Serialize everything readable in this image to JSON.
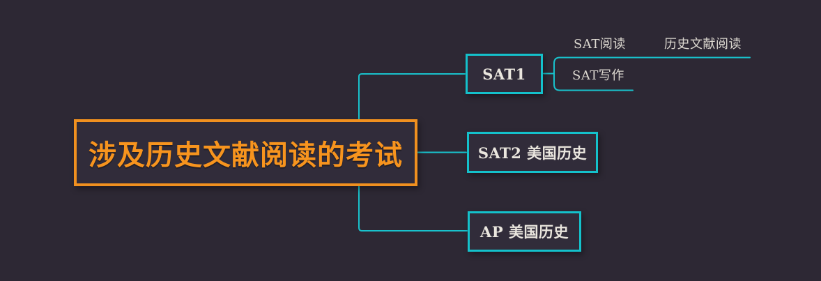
{
  "canvas": {
    "background_color": "#2d2834"
  },
  "colors": {
    "branch_line": "#19c2cc",
    "box_border_teal": "#14c1cb",
    "central_border_orange": "#f0901f",
    "central_text_orange": "#f7941e",
    "node_text": "#eae6de",
    "leaf_text": "#dcd8d0"
  },
  "mindmap": {
    "root": {
      "label": "涉及历史文献阅读的考试"
    },
    "children": [
      {
        "label": "SAT1",
        "children": [
          {
            "label": "SAT阅读",
            "children": [
              {
                "label": "历史文献阅读"
              }
            ]
          },
          {
            "label": "SAT写作"
          }
        ]
      },
      {
        "label": "SAT2 美国历史"
      },
      {
        "label": "AP 美国历史"
      }
    ]
  }
}
